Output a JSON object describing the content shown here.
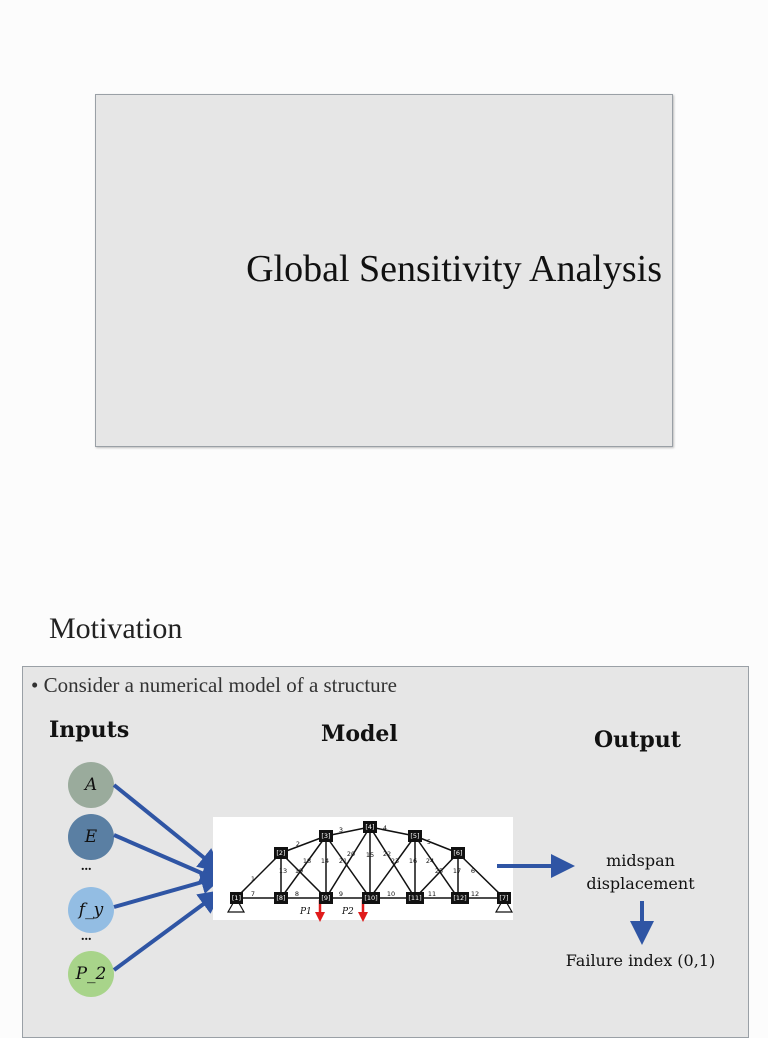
{
  "slide1": {
    "title": "Global Sensitivity Analysis"
  },
  "slide2": {
    "title": "Motivation",
    "bullet": "• Consider a numerical model of a structure",
    "inputs_heading": "Inputs",
    "model_heading": "Model",
    "output_heading": "Output",
    "inputs": [
      {
        "label": "A",
        "color": "#9aab9c"
      },
      {
        "label": "E",
        "color": "#5a7fa3"
      },
      {
        "label": "f_y",
        "color": "#93bde3"
      },
      {
        "label": "P_2",
        "color": "#a8d48a"
      }
    ],
    "ellipsis": "...",
    "output_line1": "midspan",
    "output_line2": "displacement",
    "failure": "Failure index (0,1)",
    "arrow_color": "#2f55a4",
    "truss": {
      "top_nodes": [
        "[3]",
        "[4]",
        "[5]"
      ],
      "mid_nodes": [
        "[2]",
        "[6]"
      ],
      "bottom_nodes": [
        "[1]",
        "[8]",
        "[9]",
        "[10]",
        "[11]",
        "[12]",
        "[7]"
      ],
      "member_labels": [
        "1",
        "2",
        "3",
        "4",
        "5",
        "6",
        "7",
        "8",
        "9",
        "10",
        "11",
        "12",
        "13",
        "14",
        "15",
        "16",
        "17",
        "18",
        "19",
        "20",
        "21",
        "22",
        "23",
        "24",
        "25"
      ],
      "load_labels": [
        "P1",
        "P2"
      ],
      "load_color": "#e01b1b"
    }
  }
}
